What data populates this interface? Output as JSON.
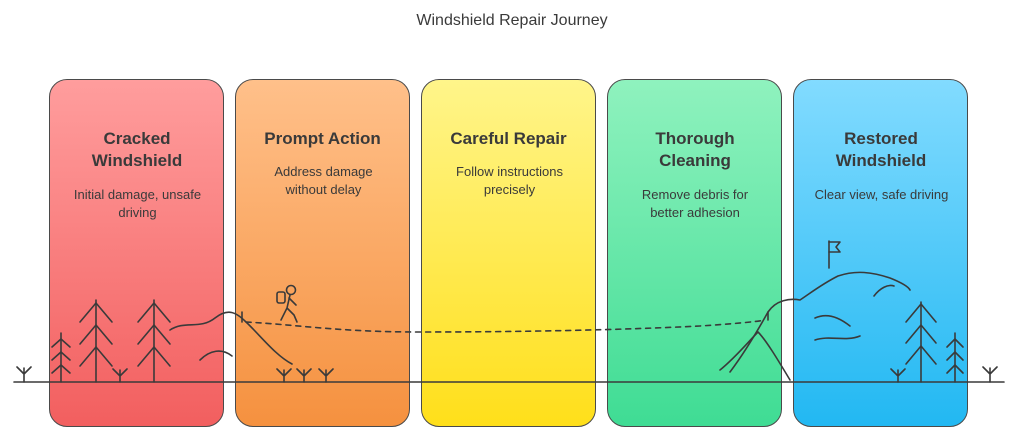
{
  "title": "Windshield Repair Journey",
  "stages": [
    {
      "title": "Cracked Windshield",
      "description": "Initial damage, unsafe driving",
      "color": "#f25f5f"
    },
    {
      "title": "Prompt Action",
      "description": "Address damage without delay",
      "color": "#f5913f"
    },
    {
      "title": "Careful Repair",
      "description": "Follow instructions precisely",
      "color": "#ffdf1a"
    },
    {
      "title": "Thorough Cleaning",
      "description": "Remove debris for better adhesion",
      "color": "#3fdc94"
    },
    {
      "title": "Restored Windshield",
      "description": "Clear view, safe driving",
      "color": "#22b8f2"
    }
  ]
}
